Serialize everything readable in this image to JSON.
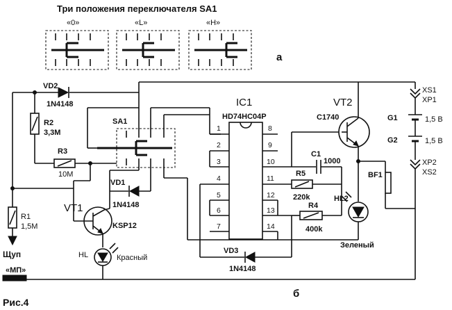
{
  "figure": {
    "caption": "Рис.4",
    "part_a": "а",
    "part_b": "б"
  },
  "switch_positions": {
    "title": "Три положения переключателя SA1",
    "labels": [
      "«0»",
      "«L»",
      "«H»"
    ]
  },
  "components": {
    "VD2": {
      "ref": "VD2",
      "type": "1N4148"
    },
    "R2": {
      "ref": "R2",
      "value": "3,3M"
    },
    "R3": {
      "ref": "R3",
      "value": "10M"
    },
    "SA1": {
      "ref": "SA1"
    },
    "VD1": {
      "ref": "VD1",
      "type": "1N4148"
    },
    "R1": {
      "ref": "R1",
      "value": "1,5M"
    },
    "VT1": {
      "ref": "VT1",
      "type": "KSP12"
    },
    "HL": {
      "ref": "HL",
      "color": "Красный"
    },
    "IC1": {
      "ref": "IC1",
      "type": "HD74HC04P",
      "pins_left": [
        "1",
        "2",
        "3",
        "4",
        "5",
        "6",
        "7"
      ],
      "pins_right": [
        "8",
        "9",
        "10",
        "11",
        "12",
        "13",
        "14"
      ]
    },
    "C1": {
      "ref": "C1",
      "value": "1000"
    },
    "R5": {
      "ref": "R5",
      "value": "220k"
    },
    "R4": {
      "ref": "R4",
      "value": "400k"
    },
    "VD3": {
      "ref": "VD3",
      "type": "1N4148"
    },
    "VT2": {
      "ref": "VT2",
      "type": "C1740"
    },
    "BF1": {
      "ref": "BF1"
    },
    "HL2": {
      "ref": "HL2",
      "color": "Зеленый"
    },
    "G1": {
      "ref": "G1",
      "voltage": "1,5 В"
    },
    "G2": {
      "ref": "G2",
      "voltage": "1,5 В"
    },
    "XS1": "XS1",
    "XP1": "XP1",
    "XP2": "XP2",
    "XS2": "XS2",
    "probe": "Щуп",
    "ground": "«МП»"
  }
}
